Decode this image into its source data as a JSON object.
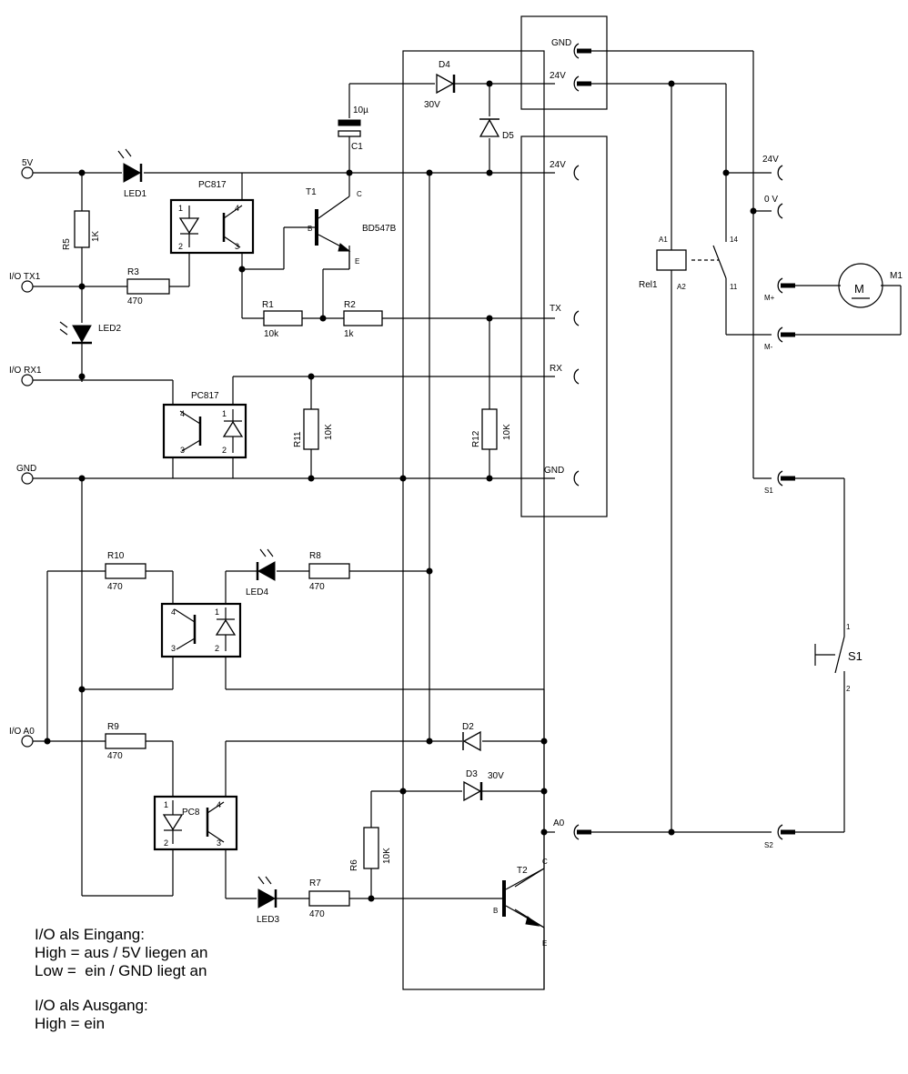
{
  "connectors": {
    "v5": "5V",
    "io_tx1": "I/O TX1",
    "io_rx1": "I/O RX1",
    "gnd": "GND",
    "io_a0": "I/O A0"
  },
  "interface_board": {
    "gnd": "GND",
    "v24": "24V",
    "v24b": "24V",
    "tx": "TX",
    "rx": "RX",
    "gnd2": "GND",
    "a0": "A0"
  },
  "right_side": {
    "v24": "24V",
    "v0": "0 V",
    "m_plus": "M+",
    "m_minus": "M-",
    "s1": "S1",
    "s2": "S2"
  },
  "components": {
    "led1": "LED1",
    "led2": "LED2",
    "led3": "LED3",
    "led4": "LED4",
    "r1": "R1",
    "r1_val": "10k",
    "r2": "R2",
    "r2_val": "1k",
    "r3": "R3",
    "r3_val": "470",
    "r5": "R5",
    "r5_val": "1K",
    "r6": "R6",
    "r6_val": "10K",
    "r7": "R7",
    "r7_val": "470",
    "r8": "R8",
    "r8_val": "470",
    "r9": "R9",
    "r9_val": "470",
    "r10": "R10",
    "r10_val": "470",
    "r11": "R11",
    "r11_val": "10K",
    "r12": "R12",
    "r12_val": "10K",
    "c1": "C1",
    "c1_val": "10µ",
    "d2": "D2",
    "d3": "D3",
    "d3_val": "30V",
    "d4": "D4",
    "d4_val": "30V",
    "d5": "D5",
    "t1": "T1",
    "t1_type": "BD547B",
    "t2": "T2",
    "pc817_top": "PC817",
    "pc817_mid": "PC817",
    "pc8_bottom": "PC8",
    "rel1": "Rel1",
    "m1": "M1",
    "m_symbol": "M",
    "s1": "S1",
    "pin_b": "B",
    "pin_c": "C",
    "pin_e": "E",
    "a1": "A1",
    "a2": "A2",
    "contact14": "14",
    "contact11": "11",
    "sw1": "1",
    "sw2": "2",
    "pin1": "1",
    "pin2": "2",
    "pin3": "3",
    "pin4": "4"
  },
  "notes": {
    "line1": "I/O als Eingang:",
    "line2": "High = aus / 5V liegen an",
    "line3": "Low =  ein / GND liegt an",
    "line4": "I/O als Ausgang:",
    "line5": "High = ein"
  }
}
